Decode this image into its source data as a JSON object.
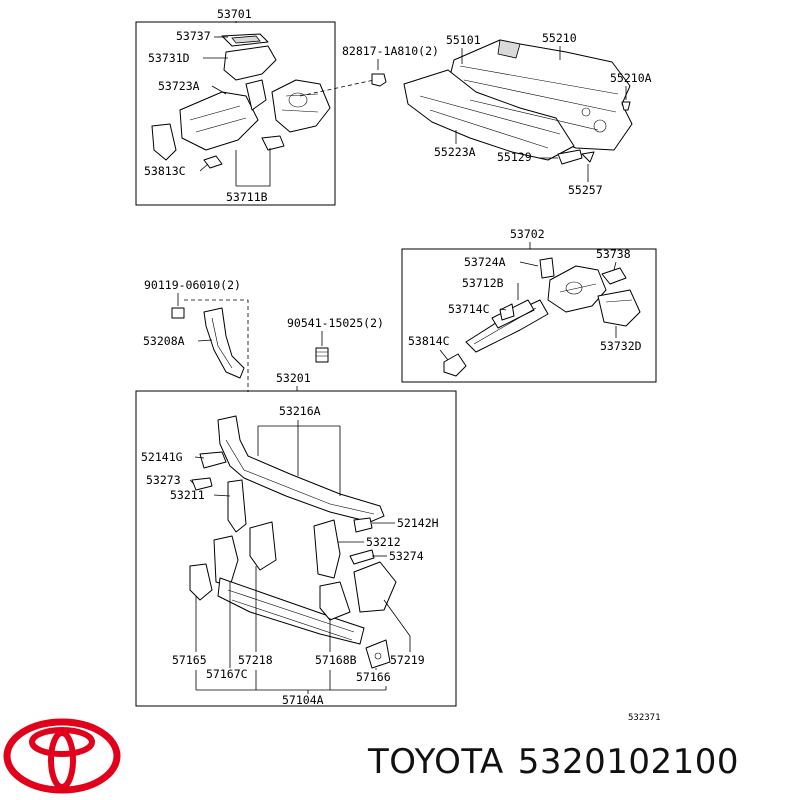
{
  "callouts": {
    "c53701": "53701",
    "c53737": "53737",
    "c53731D": "53731D",
    "c53723A": "53723A",
    "c53813C": "53813C",
    "c53711B": "53711B",
    "c82817": "82817-1A810(2)",
    "c55101": "55101",
    "c55210": "55210",
    "c55210A": "55210A",
    "c55223A": "55223A",
    "c55129": "55129",
    "c55257": "55257",
    "c53702": "53702",
    "c53724A": "53724A",
    "c53738": "53738",
    "c53712B": "53712B",
    "c53714C": "53714C",
    "c53814C": "53814C",
    "c53732D": "53732D",
    "c90119": "90119-06010(2)",
    "c53208A": "53208A",
    "c90541": "90541-15025(2)",
    "c53201": "53201",
    "c53216A": "53216A",
    "c52141G": "52141G",
    "c53273": "53273",
    "c53211": "53211",
    "c52142H": "52142H",
    "c53212": "53212",
    "c53274": "53274",
    "c57165": "57165",
    "c57218": "57218",
    "c57168B": "57168B",
    "c57219": "57219",
    "c57167C": "57167C",
    "c57166": "57166",
    "c57104A": "57104A"
  },
  "diagram_ref": "532371",
  "brand": {
    "name": "TOYOTA",
    "part_number": "5320102100",
    "logo": "toyota-logo-icon",
    "logo_color": "#e3001b"
  }
}
